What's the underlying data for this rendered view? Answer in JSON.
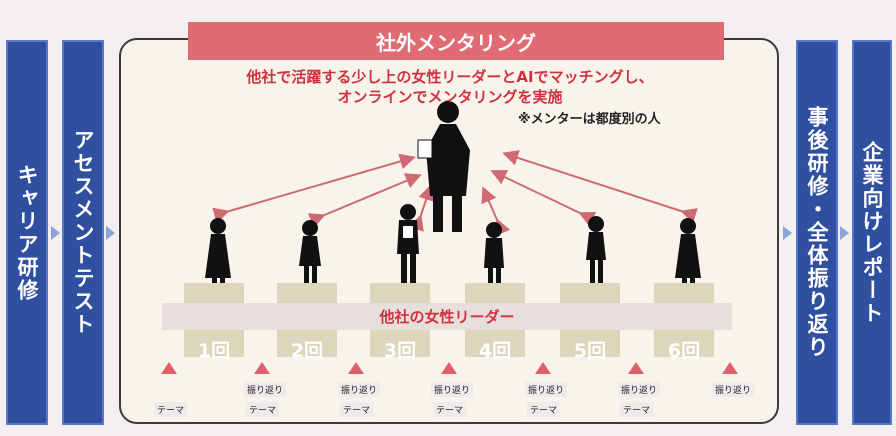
{
  "left_columns": [
    "キャリア研修",
    "アセスメントテスト"
  ],
  "right_columns": [
    "事後研修・全体振り返り",
    "企業向けレポート"
  ],
  "title": "社外メンタリング",
  "description_line1": "他社で活躍する少し上の女性リーダーとAIでマッチングし、",
  "description_line2": "オンラインでメンタリングを実施",
  "note": "※メンターは都度別の人",
  "band_label": "他社の女性リーダー",
  "sessions": [
    "1回",
    "2回",
    "3回",
    "4回",
    "5回",
    "6回"
  ],
  "tag_theme": "テーマ",
  "tag_review": "振り返り",
  "colors": {
    "accent_red": "#e06b72",
    "navy": "#2f4fa0",
    "text_red": "#d0313f"
  }
}
